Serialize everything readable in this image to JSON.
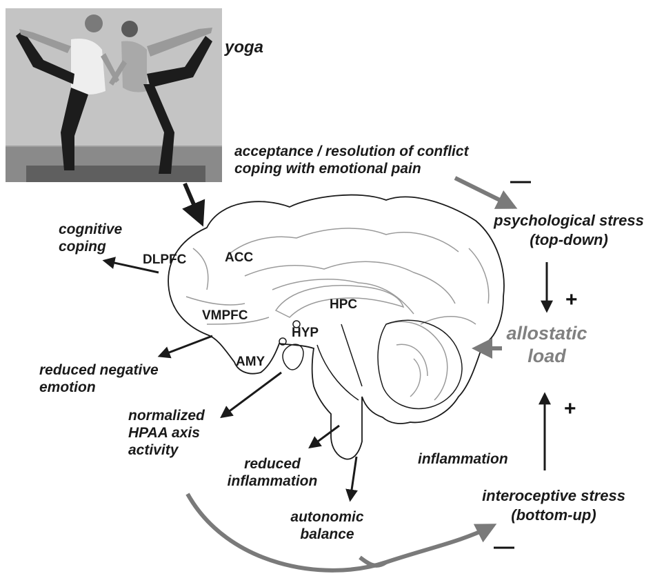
{
  "photo_label": "yoga",
  "psych": {
    "conflict_line1": "acceptance / resolution of conflict",
    "conflict_line2": "coping with emotional pain",
    "stress_line1": "psychological stress",
    "stress_line2": "(top-down)"
  },
  "allostatic": {
    "line1": "allostatic",
    "line2": "load"
  },
  "intero": {
    "line1": "interoceptive stress",
    "line2": "(bottom-up)",
    "inflammation": "inflammation"
  },
  "regions": {
    "dlpfc": "DLPFC",
    "acc": "ACC",
    "vmpfc": "VMPFC",
    "hyp": "HYP",
    "hpc": "HPC",
    "amy": "AMY"
  },
  "effects": {
    "cognitive_line1": "cognitive",
    "cognitive_line2": "coping",
    "neg_line1": "reduced negative",
    "neg_line2": "emotion",
    "hpaa_line1": "normalized",
    "hpaa_line2": "HPAA axis",
    "hpaa_line3": "activity",
    "inflam_line1": "reduced",
    "inflam_line2": "inflammation",
    "auto_line1": "autonomic",
    "auto_line2": "balance"
  },
  "signs": {
    "minus": "—",
    "plus": "+"
  },
  "colors": {
    "gray_arrow": "#7a7a7a",
    "dark": "#1a1a1a",
    "allostatic": "#808080"
  }
}
